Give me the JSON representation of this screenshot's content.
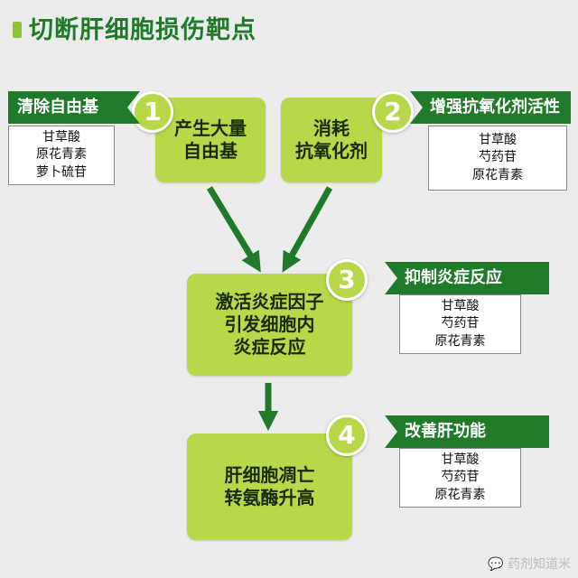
{
  "title": "切断肝细胞损伤靶点",
  "steps": [
    {
      "number": "1",
      "lines": [
        "产生大量",
        "自由基"
      ]
    },
    {
      "number": "2",
      "lines": [
        "消耗",
        "抗氧化剂"
      ]
    },
    {
      "number": "3",
      "lines": [
        "激活炎症因子",
        "引发细胞内",
        "炎症反应"
      ]
    },
    {
      "number": "4",
      "lines": [
        "肝细胞凋亡",
        "转氨酶升高"
      ]
    }
  ],
  "mechanisms": [
    {
      "label": "清除自由基",
      "items": [
        "甘草酸",
        "原花青素",
        "萝卜硫苷"
      ]
    },
    {
      "label": "增强抗氧化剂活性",
      "items": [
        "甘草酸",
        "芍药苷",
        "原花青素"
      ]
    },
    {
      "label": "抑制炎症反应",
      "items": [
        "甘草酸",
        "芍药苷",
        "原花青素"
      ]
    },
    {
      "label": "改善肝功能",
      "items": [
        "甘草酸",
        "芍药苷",
        "原花青素"
      ]
    }
  ],
  "watermark": "药剂知道米",
  "colors": {
    "accent_green": "#1f7a2a",
    "box_green": "#b8d84a",
    "background": "#ececec"
  }
}
